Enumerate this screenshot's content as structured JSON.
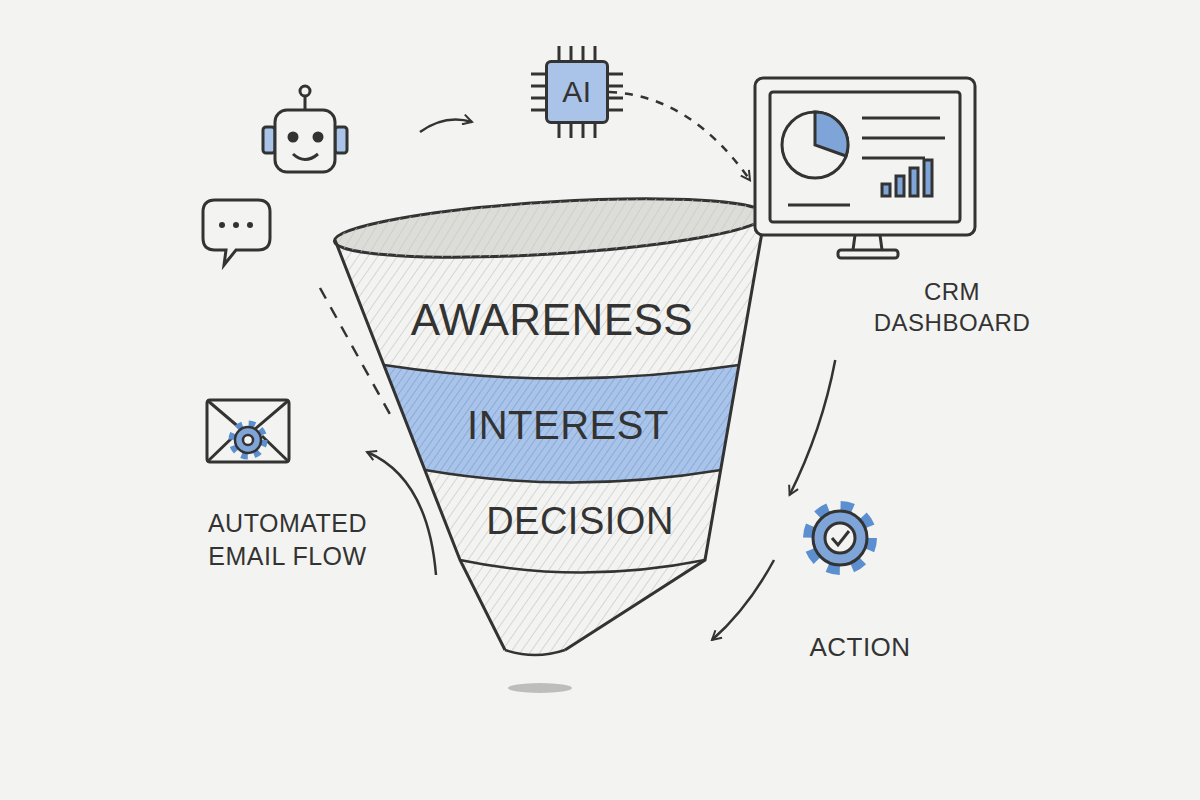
{
  "diagram": {
    "nodes": [
      {
        "text": [
          "AI"
        ]
      },
      {
        "text": [
          "CRM DASHBOARD"
        ]
      },
      {
        "text": [
          "AWARENESS"
        ]
      },
      {
        "text": [
          "INTEREST"
        ]
      },
      {
        "text": [
          "DECISION"
        ]
      },
      {
        "text": [
          "AUTOMATED EMAIL FLOW"
        ]
      },
      {
        "text": [
          "ACTION"
        ]
      }
    ],
    "edges": [
      {
        "from": 0,
        "to": 1,
        "arrow": "to"
      },
      {
        "from": 1,
        "to": 6,
        "arrow": "to"
      }
    ]
  }
}
